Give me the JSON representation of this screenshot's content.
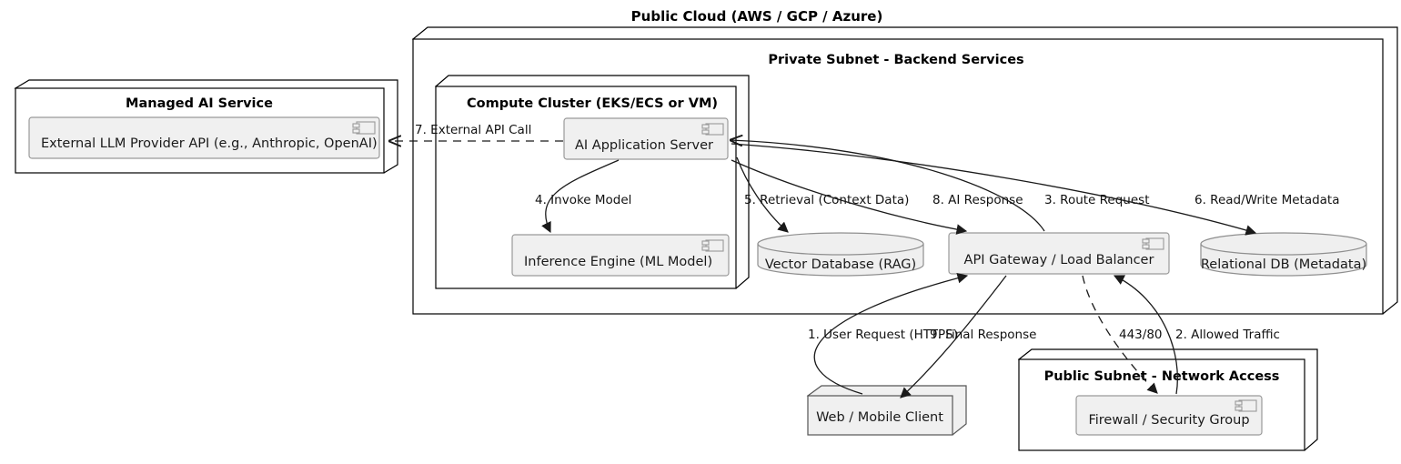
{
  "diagram": {
    "title": "Public Cloud (AWS / GCP / Azure)",
    "groups": {
      "managed_ai": {
        "title": "Managed AI Service"
      },
      "private_subnet": {
        "title": "Private Subnet - Backend Services"
      },
      "compute_cluster": {
        "title": "Compute Cluster (EKS/ECS or VM)"
      },
      "public_subnet": {
        "title": "Public Subnet - Network Access"
      }
    },
    "nodes": {
      "external_llm": {
        "label": "External LLM Provider API (e.g., Anthropic, OpenAI)",
        "kind": "component"
      },
      "ai_app_server": {
        "label": "AI Application Server",
        "kind": "component"
      },
      "inference_engine": {
        "label": "Inference Engine (ML Model)",
        "kind": "component"
      },
      "vector_db": {
        "label": "Vector Database (RAG)",
        "kind": "database"
      },
      "api_gateway": {
        "label": "API Gateway / Load Balancer",
        "kind": "component"
      },
      "relational_db": {
        "label": "Relational DB (Metadata)",
        "kind": "database"
      },
      "web_client": {
        "label": "Web / Mobile Client",
        "kind": "node"
      },
      "firewall": {
        "label": "Firewall / Security Group",
        "kind": "component"
      }
    },
    "edges": [
      {
        "id": "e1",
        "label": "1. User Request (HTTPS)",
        "from": "web_client",
        "to": "api_gateway"
      },
      {
        "id": "e2",
        "label": "2. Allowed Traffic",
        "from": "firewall",
        "to": "api_gateway"
      },
      {
        "id": "e3",
        "label": "3. Route Request",
        "from": "api_gateway",
        "to": "ai_app_server"
      },
      {
        "id": "e4",
        "label": "4. Invoke Model",
        "from": "ai_app_server",
        "to": "inference_engine"
      },
      {
        "id": "e5",
        "label": "5. Retrieval (Context Data)",
        "from": "ai_app_server",
        "to": "vector_db"
      },
      {
        "id": "e6",
        "label": "6. Read/Write Metadata",
        "from": "ai_app_server",
        "to": "relational_db"
      },
      {
        "id": "e7",
        "label": "7. External API Call",
        "from": "ai_app_server",
        "to": "external_llm",
        "style": "dashed"
      },
      {
        "id": "e8",
        "label": "8. AI Response",
        "from": "ai_app_server",
        "to": "api_gateway"
      },
      {
        "id": "e9",
        "label": "9. Final Response",
        "from": "api_gateway",
        "to": "web_client"
      },
      {
        "id": "e10",
        "label": "443/80",
        "from": "api_gateway",
        "to": "firewall",
        "style": "dashed"
      }
    ]
  }
}
